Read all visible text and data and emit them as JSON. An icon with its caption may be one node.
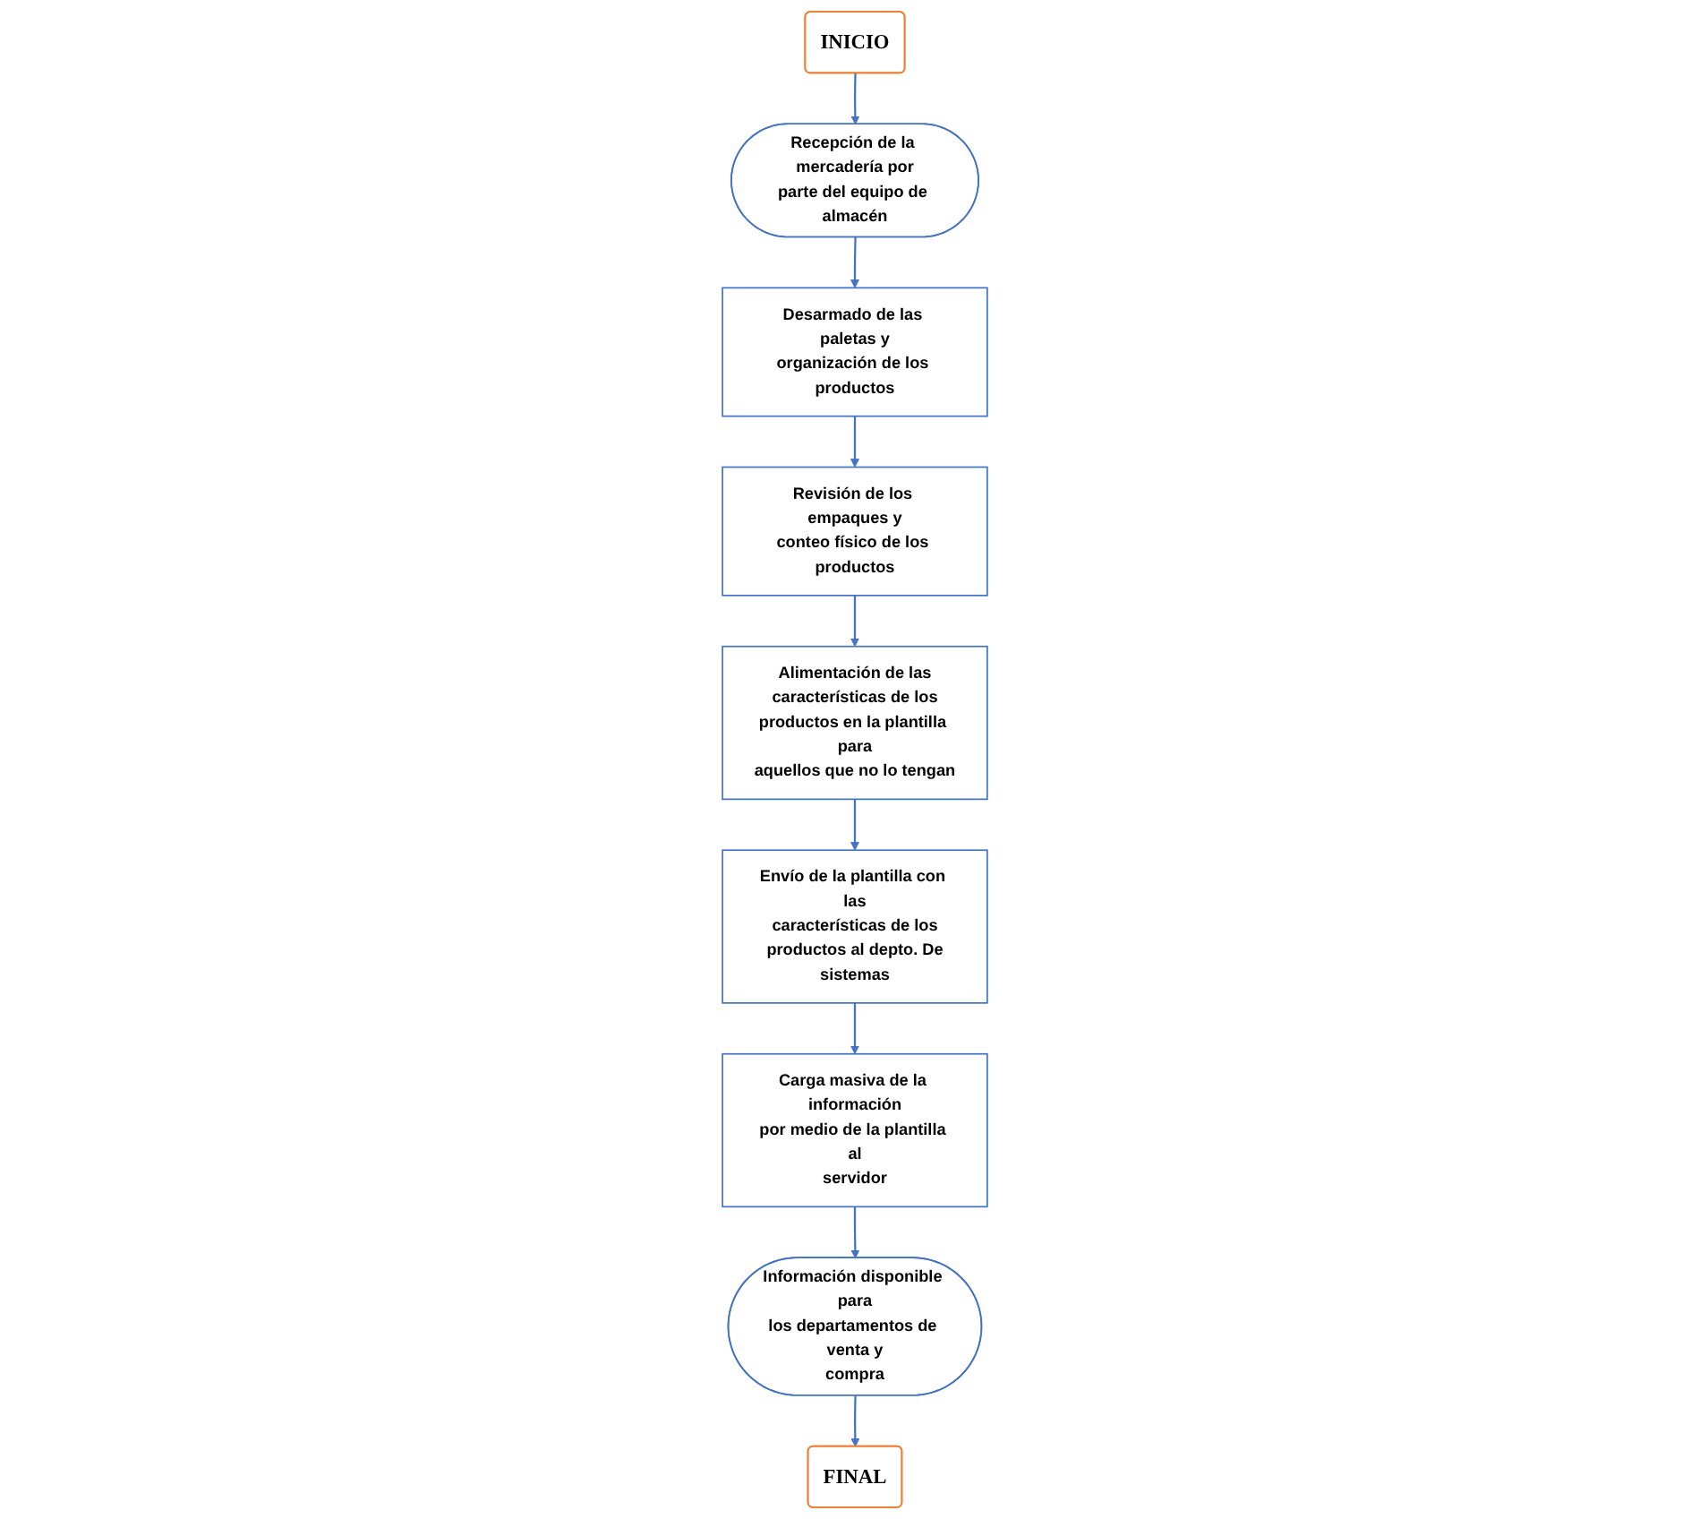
{
  "diagram": {
    "nodes": [
      {
        "text": [
          "INICIO"
        ]
      },
      {
        "text": [
          "Recepción de la mercadería por parte del equipo de almacén"
        ]
      },
      {
        "text": [
          "Desarmado de las paletas y organización de los productos"
        ]
      },
      {
        "text": [
          "Revisión de los empaques y conteo físico de los productos"
        ]
      },
      {
        "text": [
          "Alimentación de las características de los productos en la plantilla para aquellos que no lo tengan"
        ]
      },
      {
        "text": [
          "Envío de la plantilla con las características de los productos al depto. De sistemas"
        ]
      },
      {
        "text": [
          "Carga masiva de la información por medio de la plantilla al servidor"
        ]
      },
      {
        "text": [
          "Información disponible para los departamentos de venta y compra"
        ]
      },
      {
        "text": [
          "FINAL"
        ]
      }
    ],
    "edges": [
      {
        "from": 0,
        "to": 1,
        "arrow": "to"
      },
      {
        "from": 1,
        "to": 2,
        "arrow": "to"
      },
      {
        "from": 2,
        "to": 3,
        "arrow": "to"
      },
      {
        "from": 3,
        "to": 4,
        "arrow": "to"
      },
      {
        "from": 4,
        "to": 5,
        "arrow": "to"
      },
      {
        "from": 5,
        "to": 6,
        "arrow": "to"
      },
      {
        "from": 6,
        "to": 7,
        "arrow": "to"
      },
      {
        "from": 7,
        "to": 8,
        "arrow": "to"
      }
    ]
  }
}
